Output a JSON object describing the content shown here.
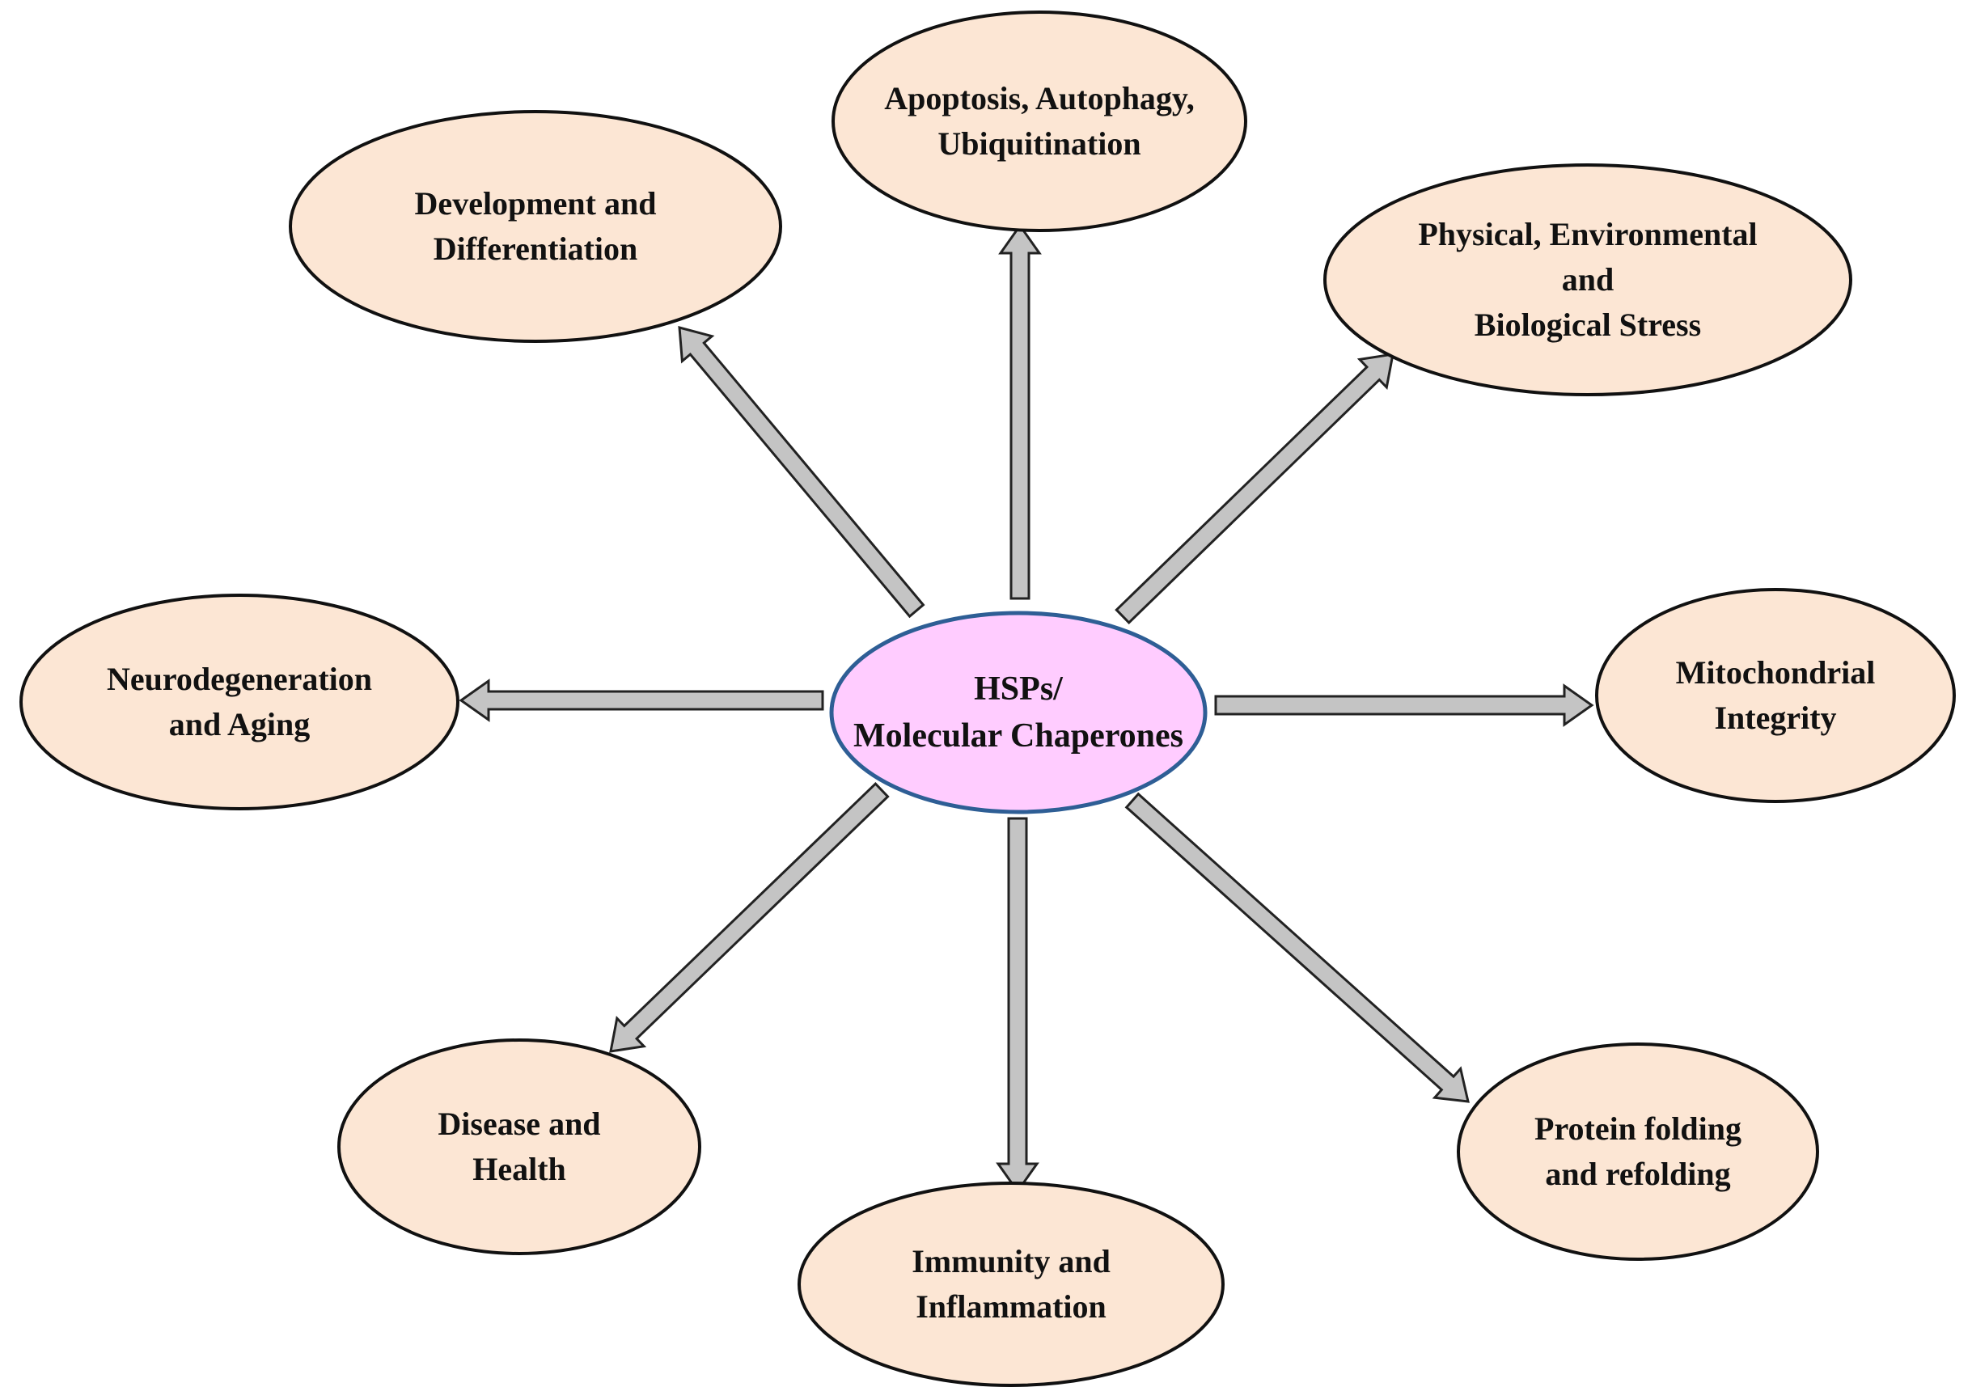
{
  "colors": {
    "center_fill": "#FFCCFF",
    "center_stroke": "#2E5E95",
    "node_fill": "#FCE6D4",
    "node_stroke": "#111111",
    "arrow_fill": "#C4C4C4",
    "arrow_stroke": "#222222"
  },
  "center": {
    "label": "HSPs/\nMolecular Chaperones"
  },
  "nodes": [
    {
      "id": "apoptosis",
      "label": "Apoptosis, Autophagy,\nUbiquitination"
    },
    {
      "id": "development",
      "label": "Development and\nDifferentiation"
    },
    {
      "id": "stress",
      "label": "Physical, Environmental\nand\nBiological Stress"
    },
    {
      "id": "neurodegeneration",
      "label": "Neurodegeneration\nand Aging"
    },
    {
      "id": "mitochondrial",
      "label": "Mitochondrial\nIntegrity"
    },
    {
      "id": "disease",
      "label": "Disease and\nHealth"
    },
    {
      "id": "immunity",
      "label": "Immunity and\nInflammation"
    },
    {
      "id": "protein",
      "label": "Protein folding\nand refolding"
    }
  ]
}
